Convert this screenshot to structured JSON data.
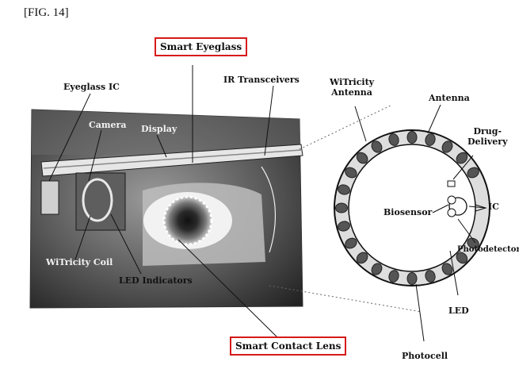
{
  "figure_label": "[FIG. 14]",
  "highlight_color": "#d61a1a",
  "photo_labels": {
    "smart_eyeglass": "Smart Eyeglass",
    "eyeglass_ic": "Eyeglass IC",
    "ir_transceivers": "IR Transceivers",
    "camera": "Camera",
    "display": "Display",
    "witricity_coil": "WiTricity Coil",
    "led_indicators": "LED Indicators",
    "smart_contact_lens": "Smart Contact Lens"
  },
  "lens_labels": {
    "witricity_antenna_line1": "WiTricity",
    "witricity_antenna_line2": "Antenna",
    "antenna": "Antenna",
    "drug_delivery_line1": "Drug-",
    "drug_delivery_line2": "Delivery",
    "ic": "IC",
    "biosensor": "Biosensor",
    "photodetector": "Photodetector",
    "led": "LED",
    "photocell": "Photocell"
  }
}
